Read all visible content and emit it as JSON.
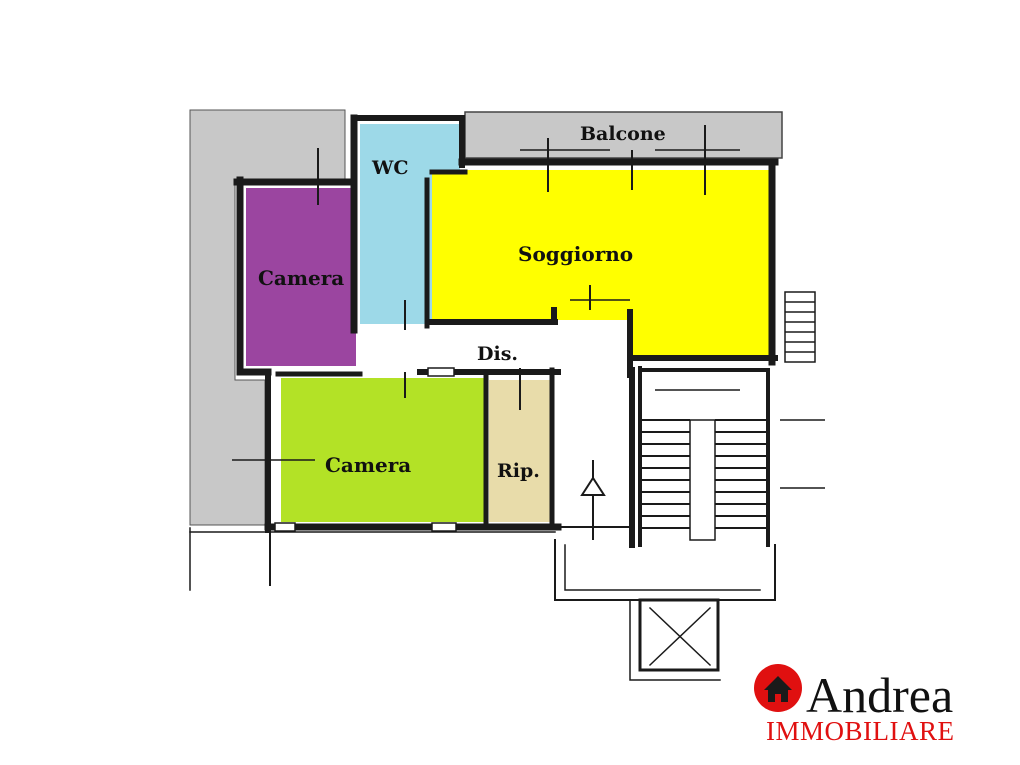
{
  "floorplan": {
    "rooms": [
      {
        "id": "balcone",
        "label": "Balcone",
        "color": "#c8c8c8"
      },
      {
        "id": "wc",
        "label": "WC",
        "color": "#9dd9e8"
      },
      {
        "id": "soggiorno",
        "label": "Soggiorno",
        "color": "#ffff00"
      },
      {
        "id": "camera-1",
        "label": "Camera",
        "color": "#9b45a0"
      },
      {
        "id": "dis",
        "label": "Dis.",
        "color": "#ffffff"
      },
      {
        "id": "camera-2",
        "label": "Camera",
        "color": "#b3e226"
      },
      {
        "id": "rip",
        "label": "Rip.",
        "color": "#e8dcaa"
      }
    ],
    "wall_color": "#1a1a1a",
    "terrace_color": "#c8c8c8"
  },
  "logo": {
    "name": "Andrea",
    "subtitle": "IMMOBILIARE",
    "accent_color": "#e01010",
    "icon": "house-icon"
  }
}
